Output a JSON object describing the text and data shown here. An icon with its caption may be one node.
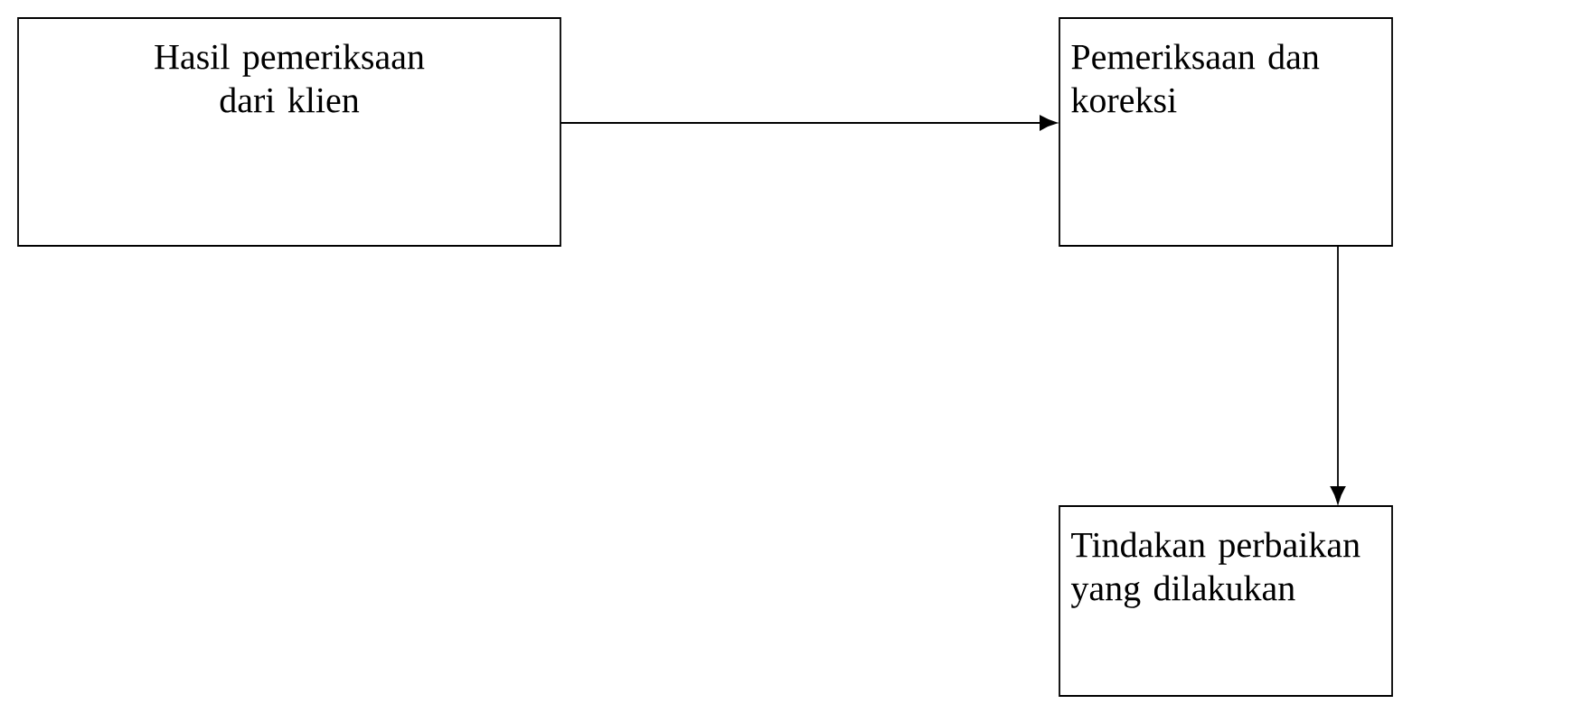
{
  "diagram": {
    "nodes": [
      {
        "text": [
          "Hasil pemeriksaan dari klien"
        ]
      },
      {
        "text": [
          "Pemeriksaan dan koreksi"
        ]
      },
      {
        "text": [
          "Tindakan perbaikan yang dilakukan"
        ]
      }
    ],
    "edges": [
      {
        "from": 0,
        "to": 1,
        "arrow": "to"
      },
      {
        "from": 1,
        "to": 2,
        "arrow": "to"
      }
    ]
  }
}
